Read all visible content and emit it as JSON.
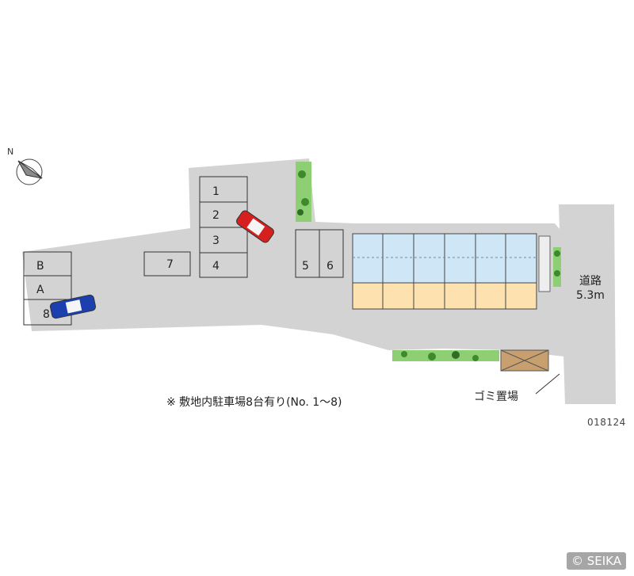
{
  "map": {
    "note": "※ 敷地内駐車場8台有り(No. 1～8)",
    "code": "018124",
    "road_label_line1": "道路",
    "road_label_line2": "5.3m",
    "trash_label": "ゴミ置場",
    "watermark": "© SEIKA",
    "parking_slots": [
      "1",
      "2",
      "3",
      "4",
      "5",
      "6",
      "7",
      "8",
      "A",
      "B"
    ],
    "compass_icon": "north-arrow-icon",
    "colors": {
      "lot": "#d3d3d3",
      "road": "#d3d3d3",
      "building_blue": "#cfe6f7",
      "building_orange": "#fde2b0",
      "greenery": "#3c8a2e",
      "car_red": "#d62020",
      "car_blue": "#1c3fb0"
    }
  }
}
